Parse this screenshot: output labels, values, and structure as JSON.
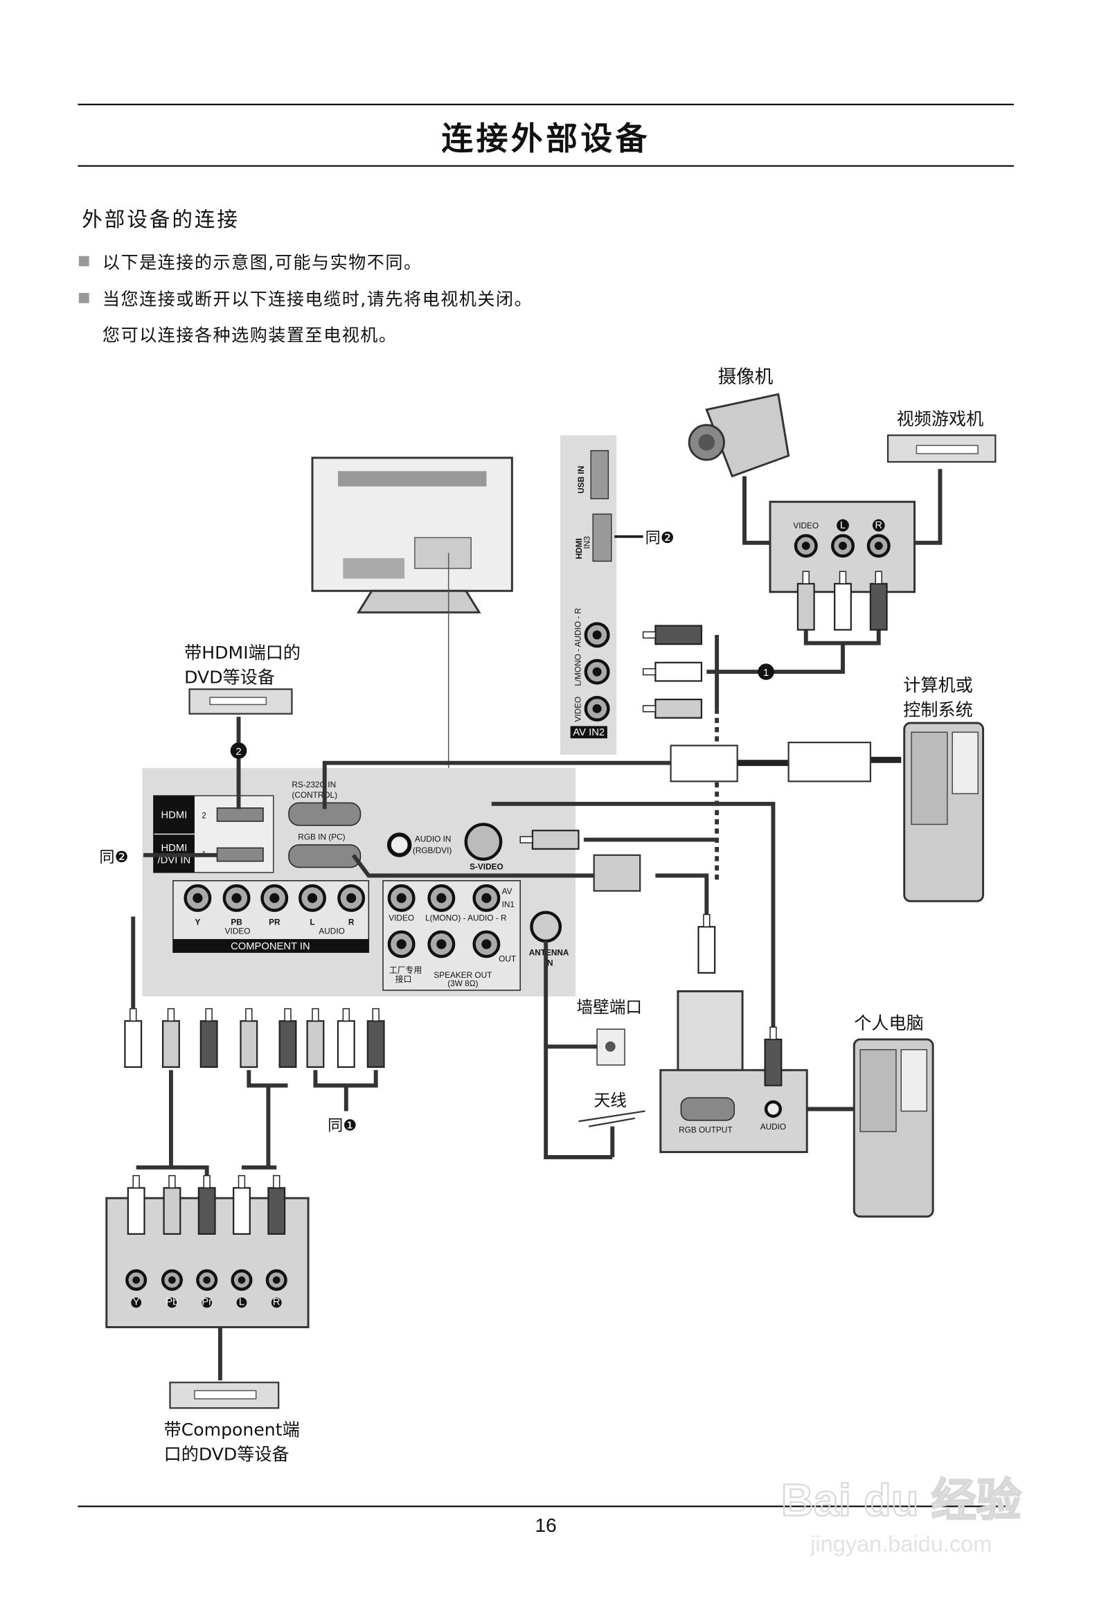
{
  "header": {
    "title": "连接外部设备"
  },
  "section": {
    "heading": "外部设备的连接",
    "bullets": [
      "以下是连接的示意图,可能与实物不同。",
      "当您连接或断开以下连接电缆时,请先将电视机关闭。"
    ],
    "note": "您可以连接各种选购装置至电视机。"
  },
  "devices": {
    "camcorder": "摄像机",
    "game_console": "视频游戏机",
    "hdmi_dvd_1": "带HDMI端口的",
    "hdmi_dvd_2": "DVD等设备",
    "computer_control_1": "计算机或",
    "computer_control_2": "控制系统",
    "wall_port": "墙壁端口",
    "antenna": "天线",
    "pc": "个人电脑",
    "component_dvd_1": "带Component端",
    "component_dvd_2": "口的DVD等设备"
  },
  "refs": {
    "same2_side": "同❷",
    "same2_left": "同❷",
    "same1": "同❶",
    "mark1": "❶",
    "mark2": "❷"
  },
  "side_panel": {
    "usb": "USB IN",
    "hdmi": "HDMI",
    "hdmi_in3": "IN3",
    "audio": "L/MONO - AUDIO - R",
    "video": "VIDEO",
    "av_in2": "AV IN2"
  },
  "main_panel": {
    "hdmi": "HDMI",
    "hdmi2": "2",
    "hdmi_dvi": "HDMI",
    "hdmi_dvi2": "/DVI IN",
    "hdmi1": "1",
    "rs232": "RS-232C IN",
    "rs232_sub": "(CONTROL)",
    "rgb": "RGB IN (PC)",
    "audio_in": "AUDIO IN",
    "audio_in_sub": "(RGB/DVI)",
    "svideo": "S-VIDEO",
    "component_labels": [
      "Y",
      "PB",
      "PR",
      "L",
      "R"
    ],
    "component_video": "VIDEO",
    "component_audio": "AUDIO",
    "component_in": "COMPONENT IN",
    "av_video": "VIDEO",
    "av_audio": "L(MONO) - AUDIO - R",
    "av_in1_a": "AV",
    "av_in1_b": "IN1",
    "factory_1": "工厂专用",
    "factory_2": "接口",
    "speaker_out": "SPEAKER OUT",
    "speaker_spec": "(3W 8Ω)",
    "out": "OUT",
    "antenna_1": "ANTENNA",
    "antenna_2": "IN"
  },
  "camcorder_box": {
    "video": "VIDEO",
    "l": "L",
    "r": "R"
  },
  "pc_box": {
    "rgb_output": "RGB OUTPUT",
    "audio": "AUDIO"
  },
  "component_box": {
    "labels": [
      "Y",
      "Pb",
      "Pr",
      "L",
      "R"
    ]
  },
  "footer": {
    "page_number": "16"
  },
  "watermark": {
    "brand": "Bai du 经验",
    "url": "jingyan.baidu.com"
  },
  "colors": {
    "panel": "#dcdcdc",
    "cable": "#333333",
    "text": "#111111"
  }
}
